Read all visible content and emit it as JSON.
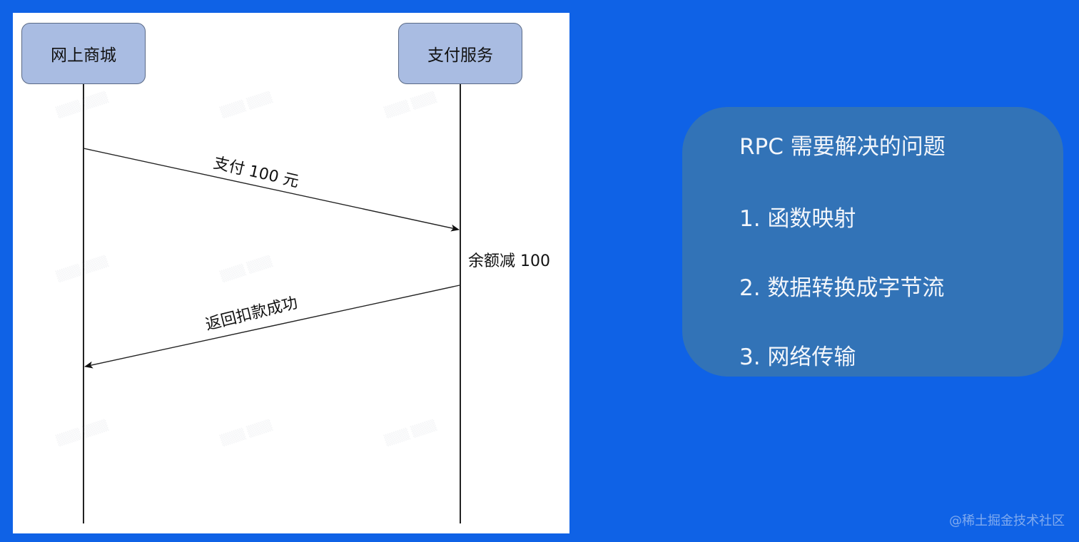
{
  "diagram": {
    "actors": {
      "mall": "网上商城",
      "payment": "支付服务"
    },
    "messages": {
      "pay_request": "支付 100 元",
      "return_result": "返回扣款成功"
    },
    "note": "余额减 100"
  },
  "card": {
    "title": "RPC 需要解决的问题",
    "items": [
      "1. 函数映射",
      "2. 数据转换成字节流",
      "3. 网络传输"
    ]
  },
  "footer": {
    "watermark": "@稀土掘金技术社区"
  },
  "colors": {
    "background": "#0f62e6",
    "panel": "#ffffff",
    "actor_fill": "#a9bce2",
    "card": "#3273b7"
  }
}
